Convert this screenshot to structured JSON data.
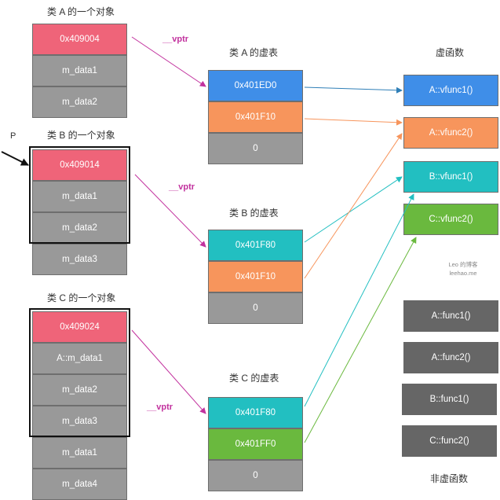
{
  "objA": {
    "title": "类 A 的一个对象",
    "cells": [
      "0x409004",
      "m_data1",
      "m_data2"
    ]
  },
  "objB": {
    "title": "类 B 的一个对象",
    "cells": [
      "0x409014",
      "m_data1",
      "m_data2",
      "m_data3"
    ]
  },
  "objC": {
    "title": "类 C 的一个对象",
    "cells": [
      "0x409024",
      "A::m_data1",
      "m_data2",
      "m_data3",
      "m_data1",
      "m_data4"
    ]
  },
  "pointer_label": "P",
  "vptr_label": "__vptr",
  "vtableA": {
    "title": "类 A 的虚表",
    "cells": [
      "0x401ED0",
      "0x401F10",
      "0"
    ]
  },
  "vtableB": {
    "title": "类 B 的虚表",
    "cells": [
      "0x401F80",
      "0x401F10",
      "0"
    ]
  },
  "vtableC": {
    "title": "类 C 的虚表",
    "cells": [
      "0x401F80",
      "0x401FF0",
      "0"
    ]
  },
  "virtual_funcs": {
    "title": "虚函数",
    "items": [
      "A::vfunc1()",
      "A::vfunc2()",
      "B::vfunc1()",
      "C::vfunc2()"
    ]
  },
  "nonvirtual_funcs": {
    "title": "非虚函数",
    "items": [
      "A::func1()",
      "A::func2()",
      "B::func1()",
      "C::func2()"
    ]
  },
  "watermark": {
    "line1": "Leo 的博客",
    "line2": "leehao.me"
  },
  "colors": {
    "vptr_cell": "#ef6479",
    "data_cell": "#999999",
    "func_a1": "#3f8ee8",
    "func_a2": "#f7955c",
    "func_b1": "#22bfc1",
    "func_c2": "#6ab93e",
    "nonvirtual": "#666666",
    "vptr_arrow": "#c2319e"
  }
}
